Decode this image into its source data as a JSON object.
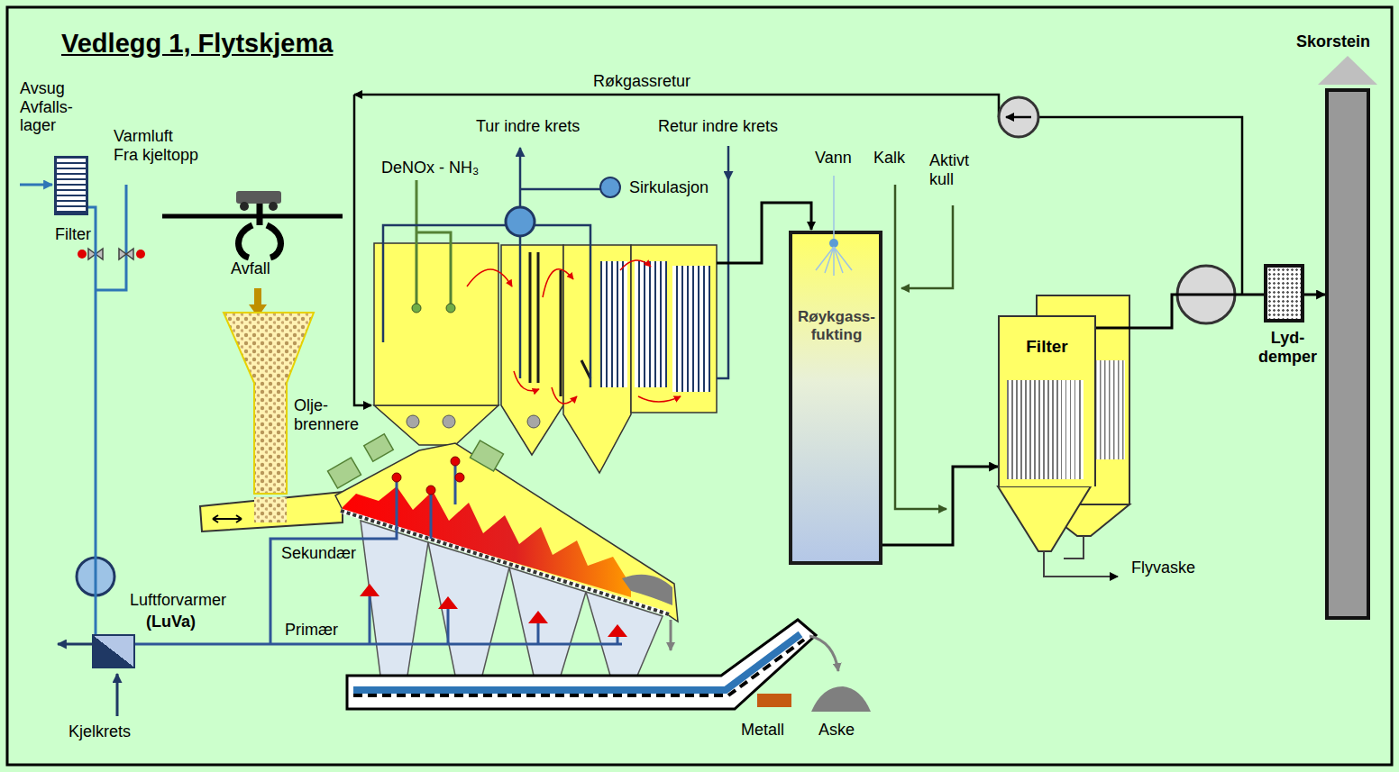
{
  "diagram": {
    "title": "Vedlegg 1, Flytskjema",
    "nodes": [
      {
        "text": [
          "Filter"
        ]
      },
      {
        "text": [
          "Luftforvarmer",
          "(LuVa)"
        ]
      },
      {
        "text": [
          "Røykgass- fukting"
        ]
      },
      {
        "text": [
          "Filter"
        ]
      },
      {
        "text": [
          "Lyd- demper"
        ]
      },
      {
        "text": [
          "Skorstein"
        ]
      }
    ],
    "edges": [
      {
        "from": 0,
        "to": 1,
        "arrow": "none"
      },
      {
        "from": 2,
        "to": 3,
        "arrow": "to"
      },
      {
        "from": 3,
        "to": 4,
        "arrow": "none"
      },
      {
        "from": 4,
        "to": 5,
        "arrow": "to"
      }
    ],
    "labels": [
      "Avsug Avfalls- lager",
      "Varmluft Fra kjeltopp",
      "Avfall",
      "Olje- brennere",
      "Sekundær",
      "Primær",
      "Kjelkrets",
      "DeNOx - NH₃",
      "Tur indre krets",
      "Sirkulasjon",
      "Retur indre krets",
      "Røkgassretur",
      "Vann",
      "Kalk",
      "Aktivt kull",
      "Flyvaske",
      "Metall",
      "Aske"
    ]
  }
}
